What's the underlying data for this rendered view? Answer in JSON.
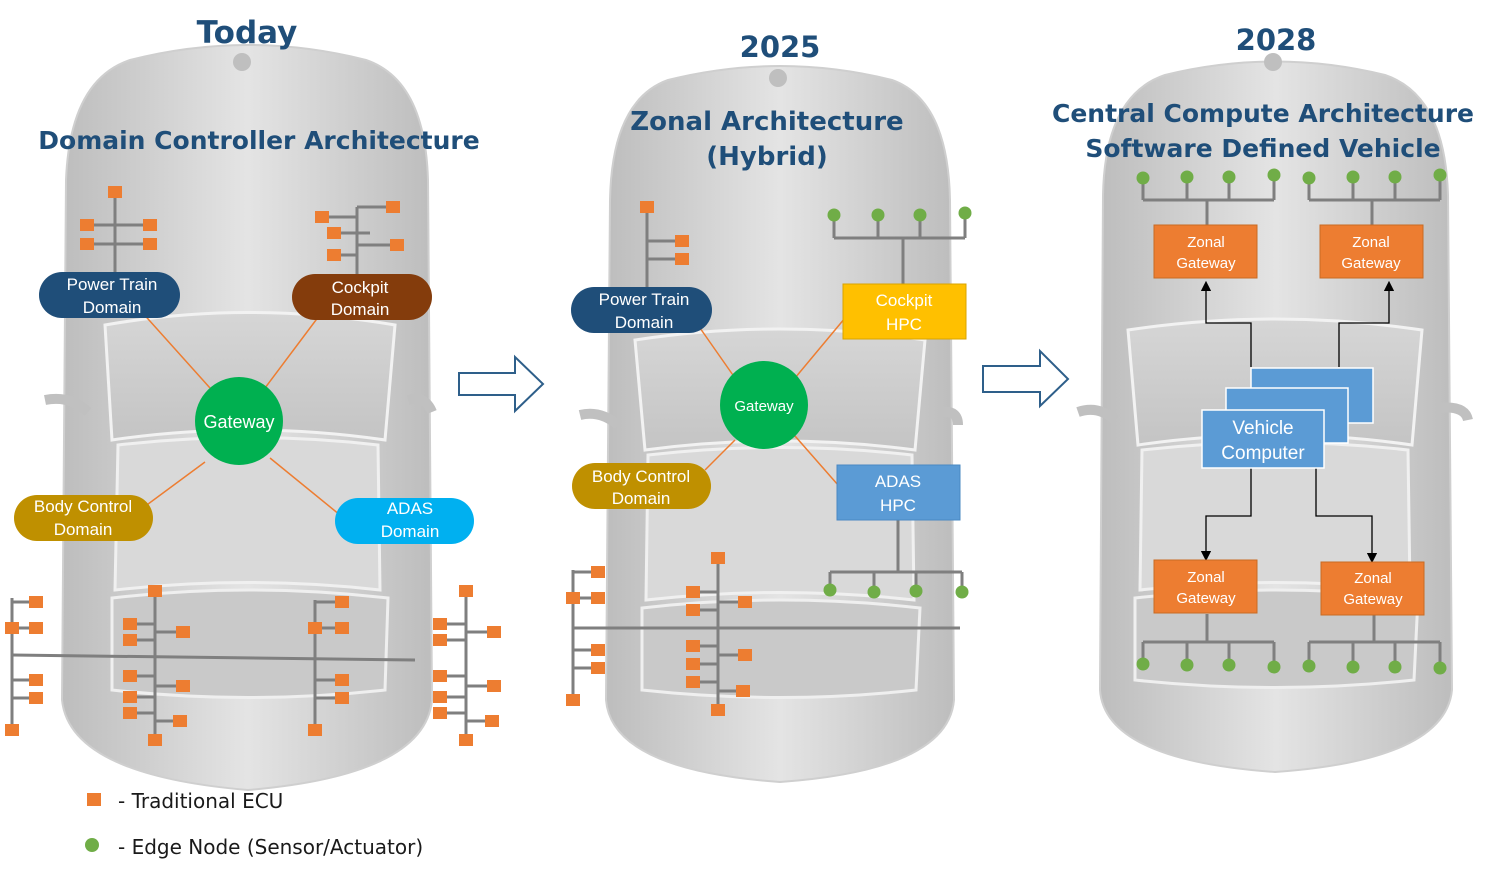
{
  "panels": [
    {
      "heading": "Today",
      "subtitle_lines": [
        "Domain Controller Architecture"
      ],
      "gateway": "Gateway",
      "domains": [
        {
          "line1": "Power Train",
          "line2": "Domain",
          "color": "#1f4e79"
        },
        {
          "line1": "Cockpit",
          "line2": "Domain",
          "color": "#843c0c"
        },
        {
          "line1": "Body Control",
          "line2": "Domain",
          "color": "#bf9000"
        },
        {
          "line1": "ADAS",
          "line2": "Domain",
          "color": "#00b0f0"
        }
      ]
    },
    {
      "heading": "2025",
      "subtitle_lines": [
        "Zonal Architecture",
        "(Hybrid)"
      ],
      "gateway": "Gateway",
      "domains": [
        {
          "line1": "Power Train",
          "line2": "Domain",
          "color": "#1f4e79"
        },
        {
          "line1": "Body Control",
          "line2": "Domain",
          "color": "#bf9000"
        }
      ],
      "hpcs": [
        {
          "line1": "Cockpit",
          "line2": "HPC",
          "color": "#ffc000"
        },
        {
          "line1": "ADAS",
          "line2": "HPC",
          "color": "#5b9bd5"
        }
      ]
    },
    {
      "heading": "2028",
      "subtitle_lines": [
        "Central Compute Architecture",
        "Software Defined Vehicle"
      ],
      "vehicle_computer": {
        "line1": "Vehicle",
        "line2": "Computer"
      },
      "zonal_gateways": [
        {
          "line1": "Zonal",
          "line2": "Gateway"
        },
        {
          "line1": "Zonal",
          "line2": "Gateway"
        },
        {
          "line1": "Zonal",
          "line2": "Gateway"
        },
        {
          "line1": "Zonal",
          "line2": "Gateway"
        }
      ]
    }
  ],
  "legend": {
    "ecu_label": "- Traditional ECU",
    "edge_label": "-  Edge Node (Sensor/Actuator)"
  },
  "colors": {
    "ecu": "#ed7d31",
    "edge_node": "#70ad47",
    "gateway": "#00b050",
    "title": "#1f4e79",
    "zonal_gateway": "#ed7d31",
    "vehicle_computer": "#5b9bd5"
  }
}
